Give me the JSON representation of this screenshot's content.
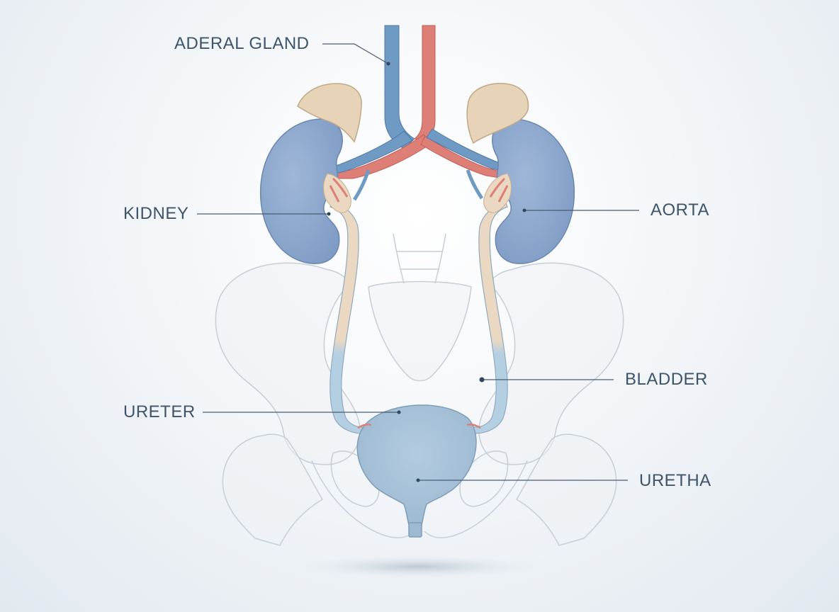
{
  "labels": {
    "adrenal_gland": "ADERAL GLAND",
    "kidney": "KIDNEY",
    "aorta": "AORTA",
    "bladder": "BLADDER",
    "ureter": "URETER",
    "urethra": "URETHA"
  },
  "colors": {
    "vein": "#6f9ac4",
    "artery": "#dd7f76",
    "kidney": "#8ea9cf",
    "adrenal": "#e7d3b8",
    "ureter_upper": "#ead8c2",
    "ureter_lower": "#b5cfe2",
    "bladder": "#a9c3d8",
    "bone_outline": "#c9d0d8",
    "leader_line": "#4a5d70"
  }
}
